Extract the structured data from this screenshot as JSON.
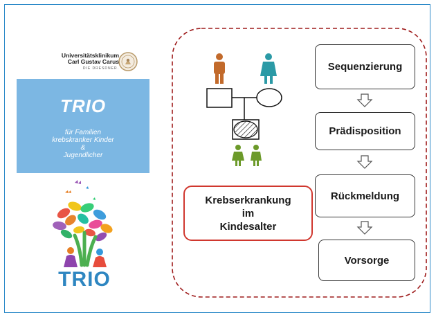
{
  "clinic": {
    "name": "Universitätsklinikum\nCarl Gustav Carus",
    "subtitle": "DIE DRESDNER."
  },
  "trio_card": {
    "title": "TRIO",
    "subtitle": "für Familien\nkrebskranker Kinder\n&\nJugendlicher"
  },
  "logo": {
    "text": "TRIO"
  },
  "flow": {
    "step1": "Sequenzierung",
    "step2": "Prädisposition",
    "step3": "Rückmeldung",
    "step4": "Vorsorge"
  },
  "condition": {
    "label": "Krebserkrankung\nim\nKindesalter"
  },
  "colors": {
    "frame": "#2e8bc9",
    "panel_dash": "#9e1b1b",
    "card": "#7cb7e3",
    "father": "#c26a2b",
    "mother": "#2b9aa6",
    "children": "#6c9a2a",
    "condition_border": "#d0372e"
  }
}
